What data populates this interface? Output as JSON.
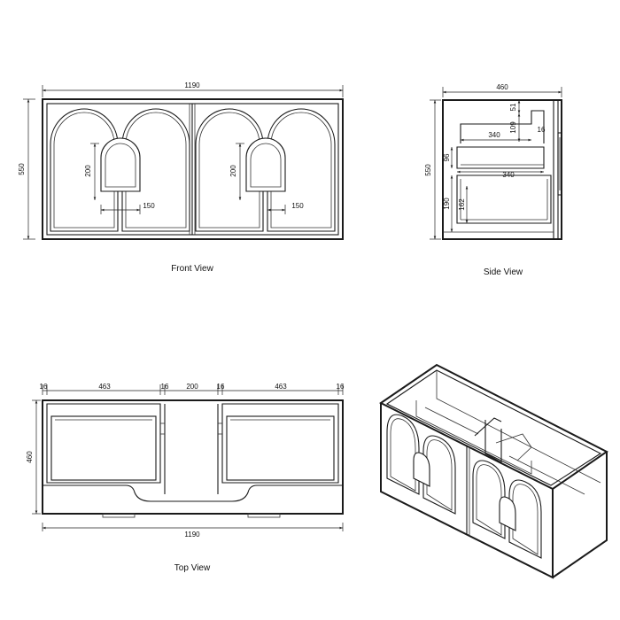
{
  "colors": {
    "line": "#1a1a1a",
    "background": "#ffffff"
  },
  "front_view": {
    "caption": "Front View",
    "width": "1190",
    "height": "550",
    "handle_height_left": "200",
    "handle_width_left": "150",
    "handle_height_right": "200",
    "handle_width_right": "150"
  },
  "side_view": {
    "caption": "Side View",
    "depth": "460",
    "height": "550",
    "dim_51": "51",
    "dim_109": "109",
    "dim_16": "16",
    "dim_340_top": "340",
    "dim_96": "96",
    "dim_340_mid": "340",
    "dim_190": "190",
    "dim_162": "162"
  },
  "top_view": {
    "caption": "Top View",
    "seg_16_a": "16",
    "seg_463_a": "463",
    "seg_16_b": "16",
    "seg_200": "200",
    "seg_16_c": "16",
    "seg_463_b": "463",
    "seg_16_d": "16",
    "depth": "460",
    "width": "1190"
  }
}
